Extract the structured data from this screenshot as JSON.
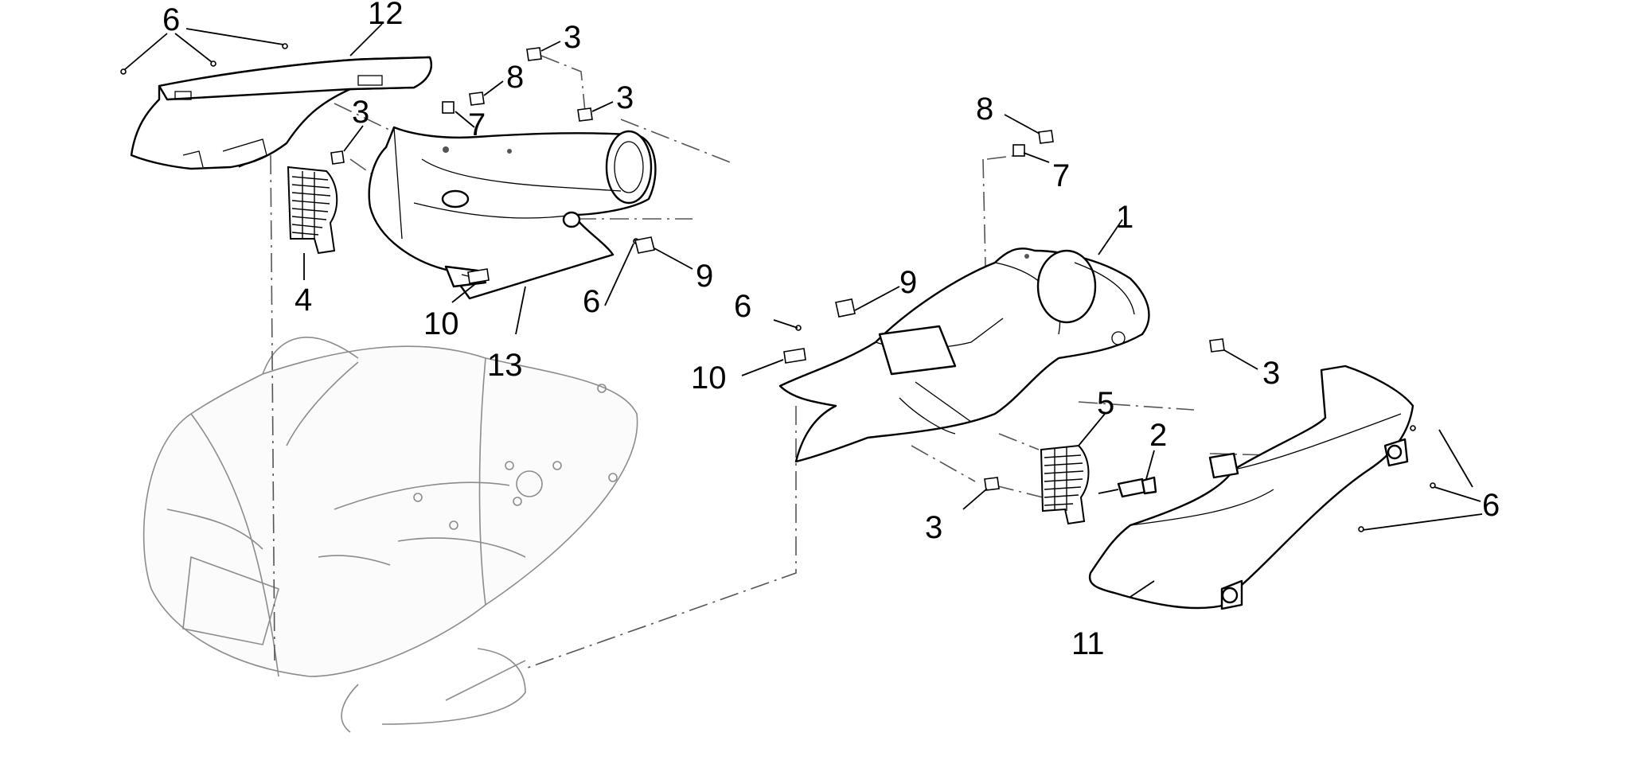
{
  "callouts": {
    "c1": "1",
    "c2": "2",
    "c3a": "3",
    "c3b": "3",
    "c3c": "3",
    "c3d": "3",
    "c3e": "3",
    "c4": "4",
    "c5": "5",
    "c6a": "6",
    "c6b": "6",
    "c6c": "6",
    "c6d": "6",
    "c7a": "7",
    "c7b": "7",
    "c8a": "8",
    "c8b": "8",
    "c9a": "9",
    "c9b": "9",
    "c10a": "10",
    "c10b": "10",
    "c11": "11",
    "c12": "12",
    "c13": "13"
  }
}
